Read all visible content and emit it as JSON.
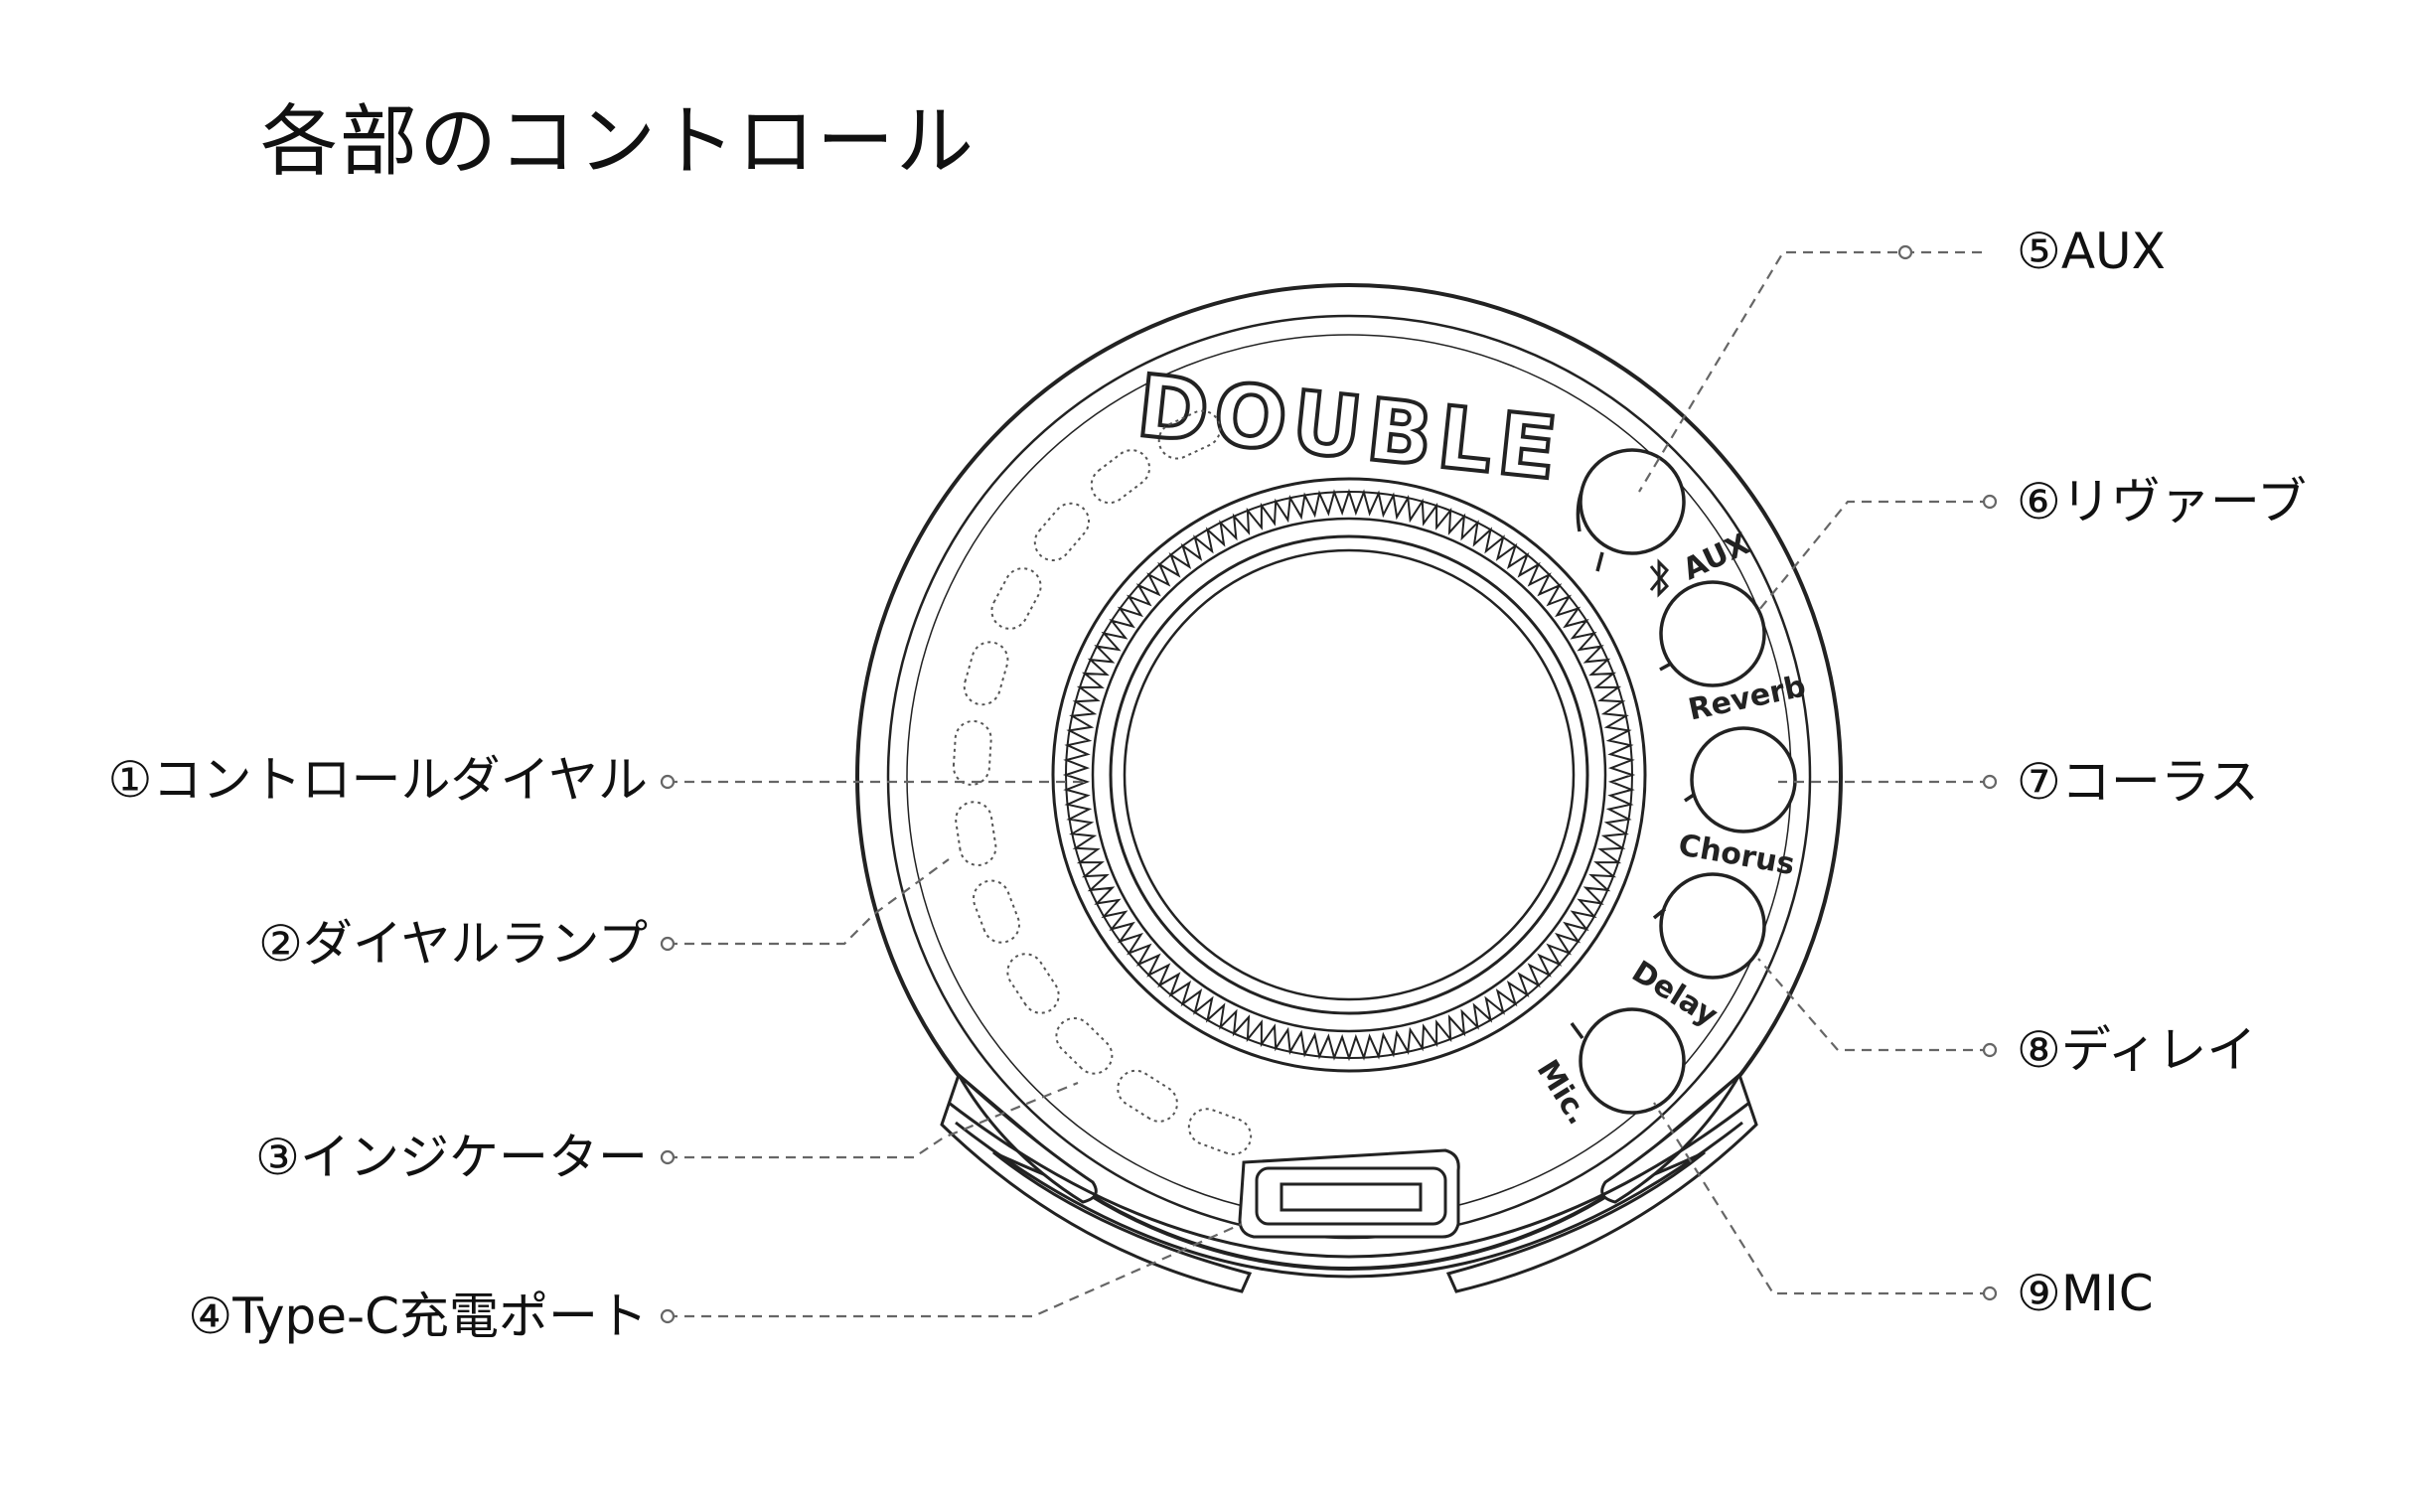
{
  "title": "各部のコントロール",
  "brand": "DOUBLE",
  "callouts": {
    "c1": "①コントロールダイヤル",
    "c2": "②ダイヤルランプ",
    "c3": "③インジケーター",
    "c4": "④Type-C充電ポート",
    "c5": "⑤AUX",
    "c6": "⑥リヴァーブ",
    "c7": "⑦コーラス",
    "c8": "⑧ディレイ",
    "c9": "⑨MIC"
  },
  "button_labels": {
    "aux": "AUX",
    "reverb": "Reverb",
    "chorus": "Chorus",
    "delay": "Delay",
    "mic": "Mic."
  }
}
